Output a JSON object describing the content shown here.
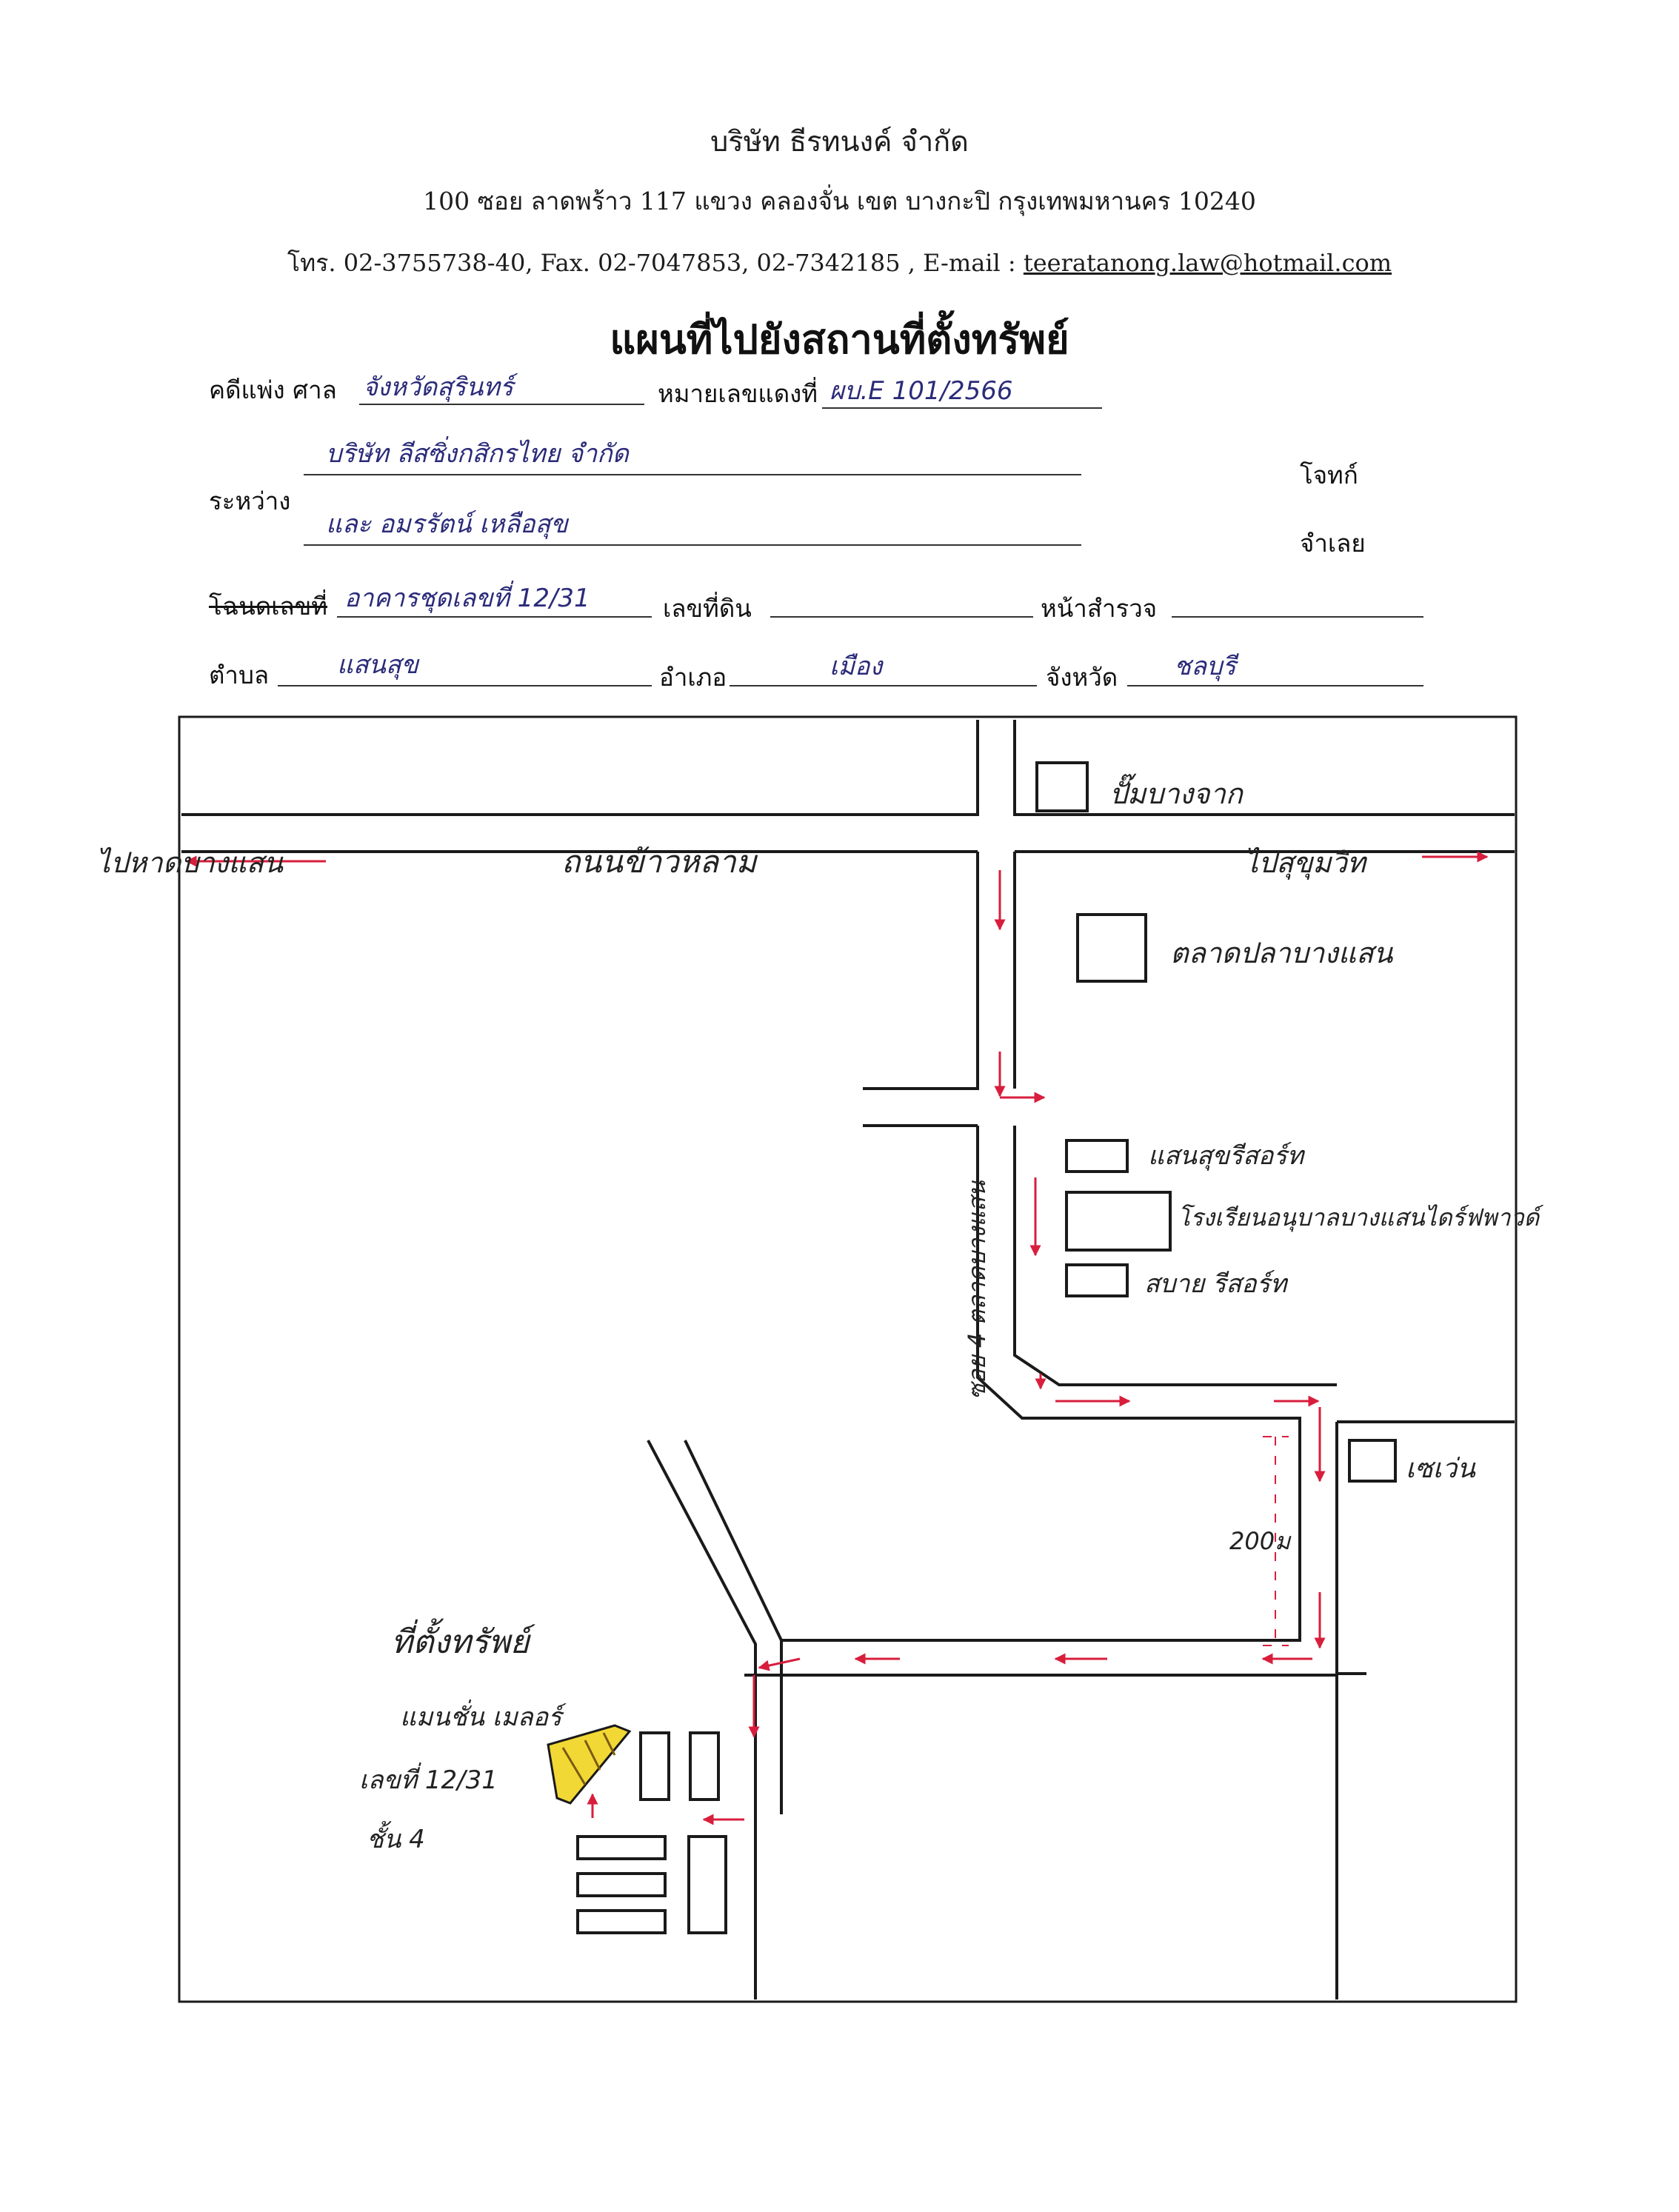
{
  "header": {
    "company_name": "บริษัท ธีรทนงค์ จำกัด",
    "address": "100 ซอย ลาดพร้าว 117 แขวง คลองจั่น เขต บางกะปิ กรุงเทพมหานคร 10240",
    "contact_prefix": "โทร. 02-3755738-40, Fax. 02-7047853, 02-7342185 , E-mail :",
    "email": "teeratanong.law@hotmail.com"
  },
  "title": "แผนที่ไปยังสถานที่ตั้งทรัพย์",
  "form": {
    "case_label": "คดีแพ่ง ศาล",
    "court_value": "จังหวัดสุรินทร์",
    "red_number_label": "หมายเลขแดงที่",
    "red_number_value": "ผบ.E 101/2566",
    "between_label": "ระหว่าง",
    "plaintiff_value": "บริษัท ลีสซิ่งกสิกรไทย จำกัด",
    "plaintiff_label": "โจทก์",
    "defendant_value": "และ อมรรัตน์ เหลือสุข",
    "defendant_label": "จำเลย",
    "deed_label": "โฉนดเลขที่",
    "deed_value": "อาคารชุดเลขที่ 12/31",
    "land_no_label": "เลขที่ดิน",
    "survey_page_label": "หน้าสำรวจ",
    "subdistrict_label": "ตำบล",
    "subdistrict_value": "แสนสุข",
    "district_label": "อำเภอ",
    "district_value": "เมือง",
    "province_label": "จังหวัด",
    "province_value": "ชลบุรี"
  },
  "map": {
    "road_main": "ถนนข้าวหลาม",
    "to_west": "ไปหาดบางแสน",
    "to_east": "ไปสุขุมวิท",
    "lane": "ซอย 4 ตลาดบางแสน",
    "landmark_gas": "ปั๊มบางจาก",
    "landmark_market": "ตลาดปลาบางแสน",
    "landmark_resort1": "แสนสุขรีสอร์ท",
    "landmark_hotel": "โรงเรียนอนุบาลบางแสนไดร์ฟพาวด์",
    "landmark_resort2": "สบาย รีสอร์ท",
    "landmark_711": "เซเว่น",
    "distance": "200ม",
    "property_title": "ที่ตั้งทรัพย์",
    "property_building": "แมนชั่น เมลอร์",
    "property_unit": "เลขที่ 12/31",
    "property_floor": "ชั้น 4",
    "colors": {
      "route": "#d81e3c",
      "property": "#f2d835",
      "line": "#1a1a1a"
    }
  }
}
